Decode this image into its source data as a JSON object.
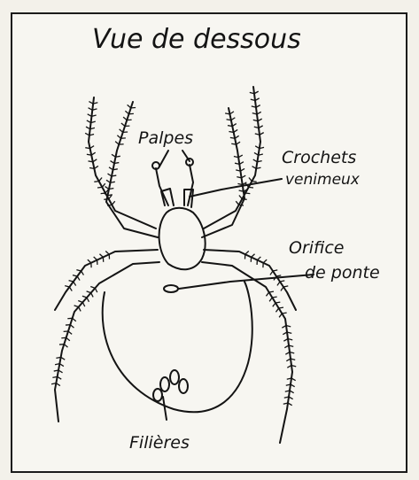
{
  "title": "Vue de dessous",
  "labels": {
    "palpes": "Palpes",
    "crochets_line1": "Crochets",
    "crochets_line2": "venimeux",
    "orifice_line1": "Orifice",
    "orifice_line2": "de ponte",
    "filieres": "Filières"
  },
  "colors": {
    "ink": "#141414",
    "paper": "#f7f6f1",
    "background": "#f3f1ea"
  }
}
